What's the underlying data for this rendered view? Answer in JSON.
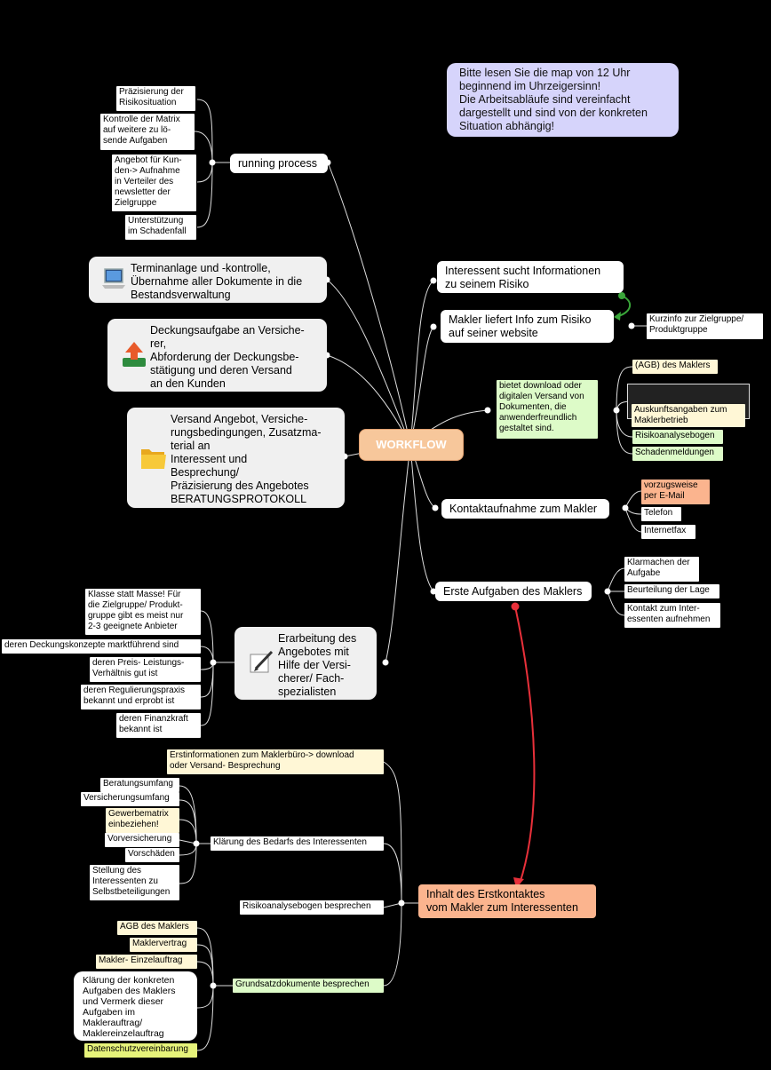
{
  "root": "WORKFLOW",
  "note": "Bitte lesen Sie die map von 12 Uhr\nbeginnend im Uhrzeigersinn!\nDie Arbeitsabläufe sind vereinfacht\ndargestellt und sind von der konkreten\nSituation abhängig!",
  "right": {
    "interessent": "Interessent sucht Informationen\nzu seinem Risiko",
    "makler_info": "Makler liefert Info zum Risiko\nauf seiner website",
    "kurzinfo": "Kurzinfo zur Zielgruppe/\nProduktgruppe",
    "download": "bietet download oder\ndigitalen Versand von\nDokumenten, die\nanwenderfreundlich\ngestaltet sind.",
    "agb": "(AGB) des Maklers",
    "auskunft": "Auskunftsangaben zum\nMaklerbetrieb",
    "risikoanalyse": "Risikoanalysebogen",
    "schaden": "Schadenmeldungen",
    "kontakt": "Kontaktaufnahme zum Makler",
    "email": "vorzugsweise\nper E-Mail",
    "telefon": "Telefon",
    "fax": "Internetfax",
    "erste": "Erste Aufgaben des Maklers",
    "klarmachen": "Klarmachen der\nAufgabe",
    "beurteilung": "Beurteilung der Lage",
    "kontakt_int": "Kontakt zum Inter-\nessenten aufnehmen"
  },
  "left": {
    "running": "running process",
    "praez": "Präzisierung der\nRisikosituation",
    "kontrolle": "Kontrolle der Matrix\nauf weitere zu lö-\nsende Aufgaben",
    "angebot": "Angebot für Kun-\nden-> Aufnahme\nin Verteiler des\nnewsletter der\nZielgruppe",
    "unterstuetzung": "Unterstützung\nim Schadenfall",
    "termin": "Terminanlage und -kontrolle,\nÜbernahme aller Dokumente in die\nBestandsverwaltung",
    "deckung": "Deckungsaufgabe an Versiche-\nrer,\nAbforderung der Deckungsbe-\nstätigung und deren Versand\nan den Kunden",
    "versand": "Versand Angebot, Versiche-\nrungsbedingungen, Zusatzma-\nterial an\nInteressent und\nBesprechung/\nPräzisierung des Angebotes\nBERATUNGSPROTOKOLL",
    "erarbeitung": "Erarbeitung des\nAngebotes mit\nHilfe der Versi-\ncherer/ Fach-\nspezialisten",
    "klasse": "Klasse statt Masse! Für\ndie Zielgruppe/ Produkt-\ngruppe gibt es meist nur\n2-3 geeignete Anbieter",
    "konzepte": "deren Deckungskonzepte marktführend sind",
    "preis": "deren Preis- Leistungs-\nVerhältnis gut ist",
    "regulierung": "deren Regulierungspraxis\nbekannt und erprobt ist",
    "finanzkraft": "deren Finanzkraft\nbekannt ist"
  },
  "bottom": {
    "inhalt": "Inhalt des Erstkontaktes\nvom Makler zum Interessenten",
    "erstinfo": "Erstinformationen zum Maklerbüro-> download\noder Versand- Besprechung",
    "klaerung": "Klärung des Bedarfs des Interessenten",
    "beratung": "Beratungsumfang",
    "versicherung": "Versicherungsumfang",
    "gewerbe": "Gewerbematrix\neinbeziehen!",
    "vorvers": "Vorversicherung",
    "vorschaeden": "Vorschäden",
    "stellung": "Stellung des\nInteressenten zu\nSelbstbeteiligungen",
    "risiko_bespr": "Risikoanalysebogen besprechen",
    "grundsatz": "Grundsatzdokumente besprechen",
    "agb_makler": "AGB des Maklers",
    "maklervertrag": "Maklervertrag",
    "einzelauftrag": "Makler- Einzelauftrag",
    "klaerung_aufg": "Klärung der konkreten\nAufgaben des Maklers\nund Vermerk dieser\nAufgaben im\nMaklerauftrag/\nMaklereinzelauftrag",
    "datenschutz": "Datenschutzvereinbarung"
  },
  "colors": {
    "root": "#f7c79b",
    "note": "#d6d4fb",
    "green": "#ddfbc8",
    "orange": "#fbb48e",
    "yellow": "#fff7d6",
    "arrow_red": "#e8303a",
    "arrow_green": "#3aa63a"
  },
  "icons": [
    "laptop-icon",
    "upload-tray-icon",
    "folder-icon",
    "pen-paper-icon"
  ]
}
